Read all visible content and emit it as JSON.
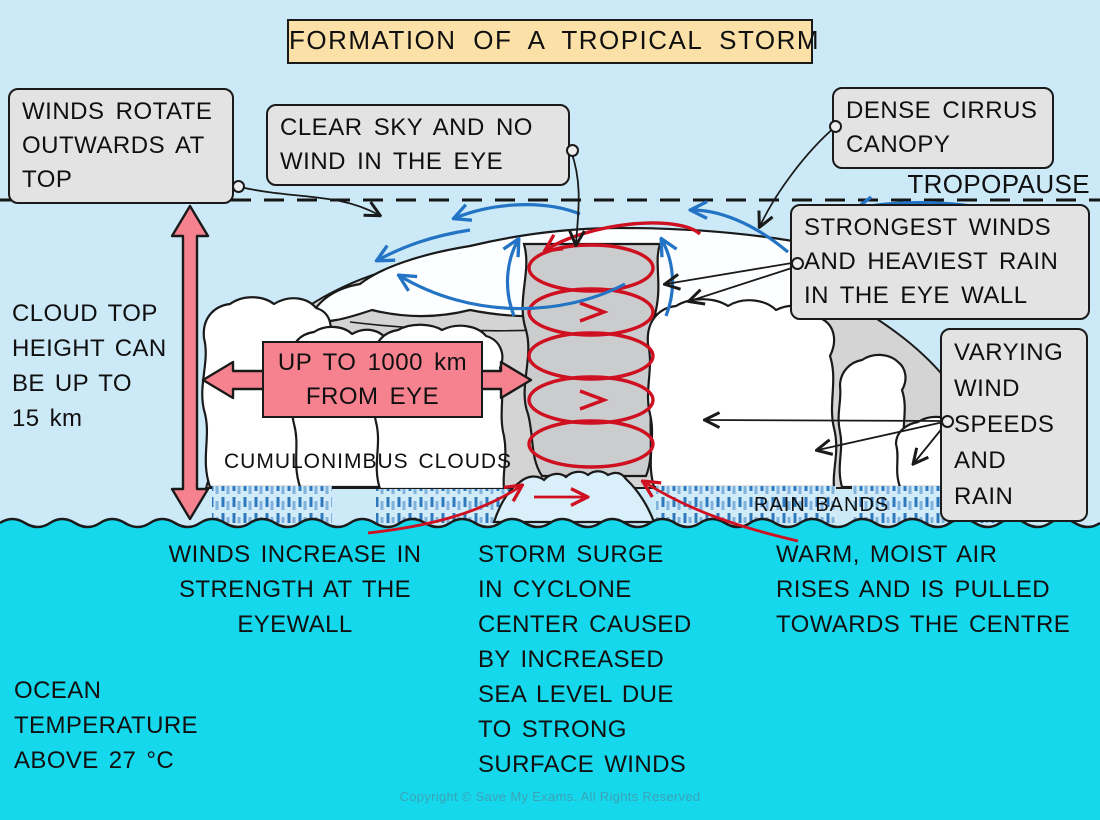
{
  "title": "FORMATION OF A TROPICAL STORM",
  "callouts": {
    "winds_rotate": "WINDS ROTATE\nOUTWARDS AT\nTOP",
    "clear_sky": "CLEAR SKY AND NO\nWIND IN THE EYE",
    "dense_cirrus": "DENSE CIRRUS\nCANOPY",
    "strongest_winds": "STRONGEST WINDS\nAND HEAVIEST RAIN\nIN THE EYE WALL",
    "varying_winds": "VARYING\nWIND\nSPEEDS\nAND\nRAIN"
  },
  "annotations": {
    "tropopause": "TROPOPAUSE",
    "cloud_top_height": "CLOUD TOP\nHEIGHT CAN\nBE UP TO\n15 km",
    "up_to_1000": "UP TO 1000 km\nFROM EYE",
    "cumulonimbus": "CUMULONIMBUS CLOUDS",
    "rain_bands": "RAIN BANDS",
    "winds_increase": "WINDS INCREASE IN\nSTRENGTH AT THE\nEYEWALL",
    "storm_surge": "STORM SURGE\nIN CYCLONE\nCENTER CAUSED\nBY INCREASED\nSEA LEVEL DUE\nTO STRONG\nSURFACE WINDS",
    "warm_moist": "WARM, MOIST AIR\nRISES AND IS PULLED\nTOWARDS THE CENTRE",
    "ocean_temp": "OCEAN\nTEMPERATURE\nABOVE 27 °C"
  },
  "footer": {
    "copyright": "Copyright © Save My Exams. All Rights Reserved"
  },
  "colors": {
    "sky": "#CBE9F7",
    "ocean": "#16D8EC",
    "callout_bg": "#E3E3E3",
    "title_bg": "#FBE0A8",
    "pink": "#F6828F",
    "red": "#CF1021",
    "blue": "#2374C4",
    "rain_blue": "#2E79BE",
    "cloud_shadow": "#D4D4D4"
  }
}
